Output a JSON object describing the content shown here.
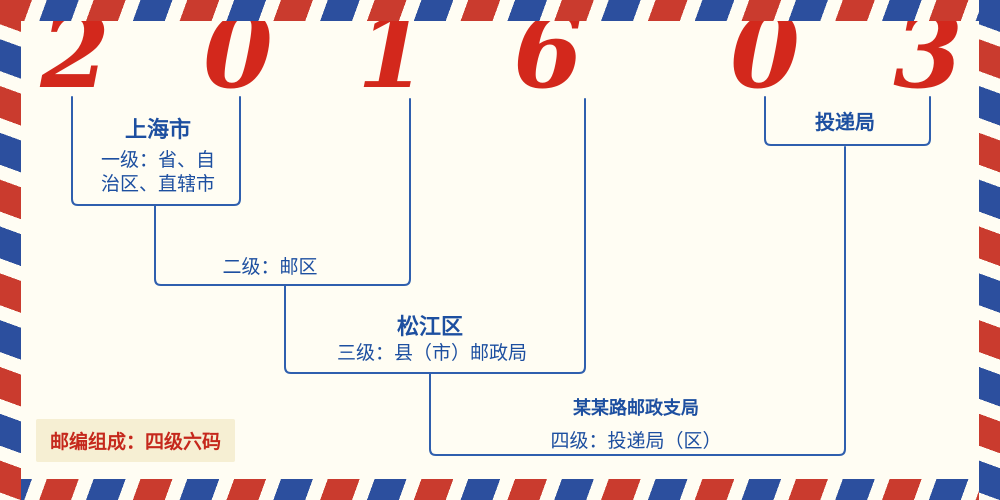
{
  "postal_code": {
    "digits": [
      "2",
      "0",
      "1",
      "6",
      "0",
      "3"
    ]
  },
  "labels": {
    "level1_city": "上海市",
    "level1_desc_line1": "一级：省、自",
    "level1_desc_line2": "治区、直辖市",
    "level2_desc": "二级：邮区",
    "level3_district": "松江区",
    "level3_desc": "三级：县（市）邮政局",
    "level4_branch": "某某路邮政支局",
    "level4_desc": "四级：投递局（区）",
    "delivery_office": "投递局",
    "footer_note": "邮编组成：四级六码"
  },
  "colors": {
    "digit_red": "#d3281c",
    "line_blue": "#2f5fae",
    "text_blue": "#1d4fa0",
    "note_red": "#c5281c",
    "note_bg": "#f6efd3",
    "border_red": "#ca3b2e",
    "border_blue": "#2c4f9e",
    "background": "#fffdf3"
  }
}
